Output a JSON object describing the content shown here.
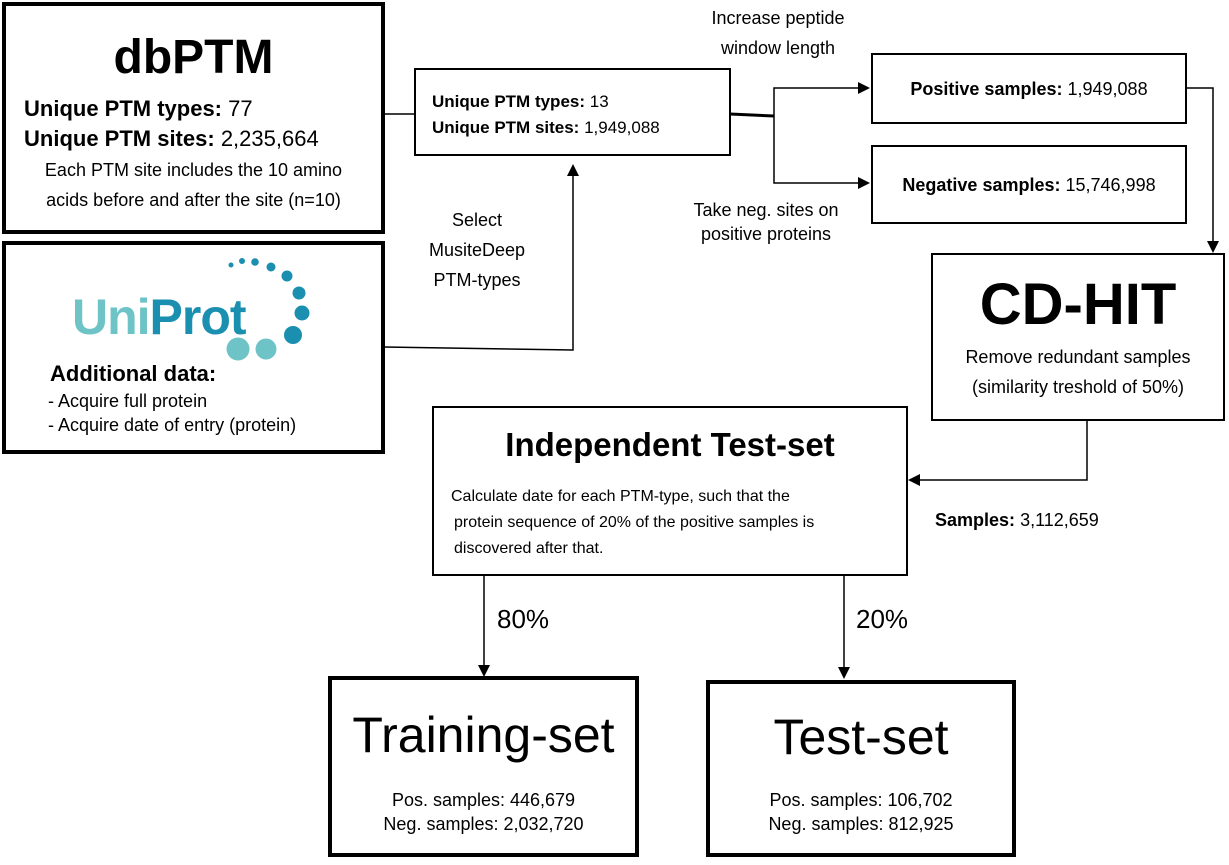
{
  "dbptm": {
    "title": "dbPTM",
    "types_label": "Unique PTM types:",
    "types_value": "77",
    "sites_label": "Unique PTM sites:",
    "sites_value": "2,235,664",
    "note_line1": "Each PTM site includes the 10 amino",
    "note_line2": "acids before and after the site (n=10)"
  },
  "uniprot": {
    "logo_text_uni": "Uni",
    "logo_text_prot": "Prot",
    "logo_colors": {
      "uni": "#6dc3c6",
      "prot": "#1a8fb0"
    },
    "additional_title": "Additional data:",
    "item1": "- Acquire full protein",
    "item2": "- Acquire date of entry (protein)"
  },
  "select_label": {
    "line1": "Select",
    "line2": "MusiteDeep",
    "line3": "PTM-types"
  },
  "filtered": {
    "types_label": "Unique PTM types:",
    "types_value": "13",
    "sites_label": "Unique PTM sites:",
    "sites_value": "1,949,088"
  },
  "increase_label": {
    "line1": "Increase peptide",
    "line2": "window length"
  },
  "negsites_label": {
    "line1": "Take neg. sites on",
    "line2": "positive proteins"
  },
  "positive": {
    "label": "Positive samples:",
    "value": "1,949,088"
  },
  "negative": {
    "label": "Negative samples:",
    "value": "15,746,998"
  },
  "cdhit": {
    "title": "CD-HIT",
    "line1": "Remove redundant samples",
    "line2": "(similarity treshold of 50%)"
  },
  "samples": {
    "label": "Samples:",
    "value": "3,112,659"
  },
  "independent": {
    "title": "Independent Test-set",
    "line1": "Calculate date for each PTM-type, such that the",
    "line2": "protein sequence of 20% of the positive samples is",
    "line3": "discovered after that."
  },
  "split": {
    "train_pct": "80%",
    "test_pct": "20%"
  },
  "training": {
    "title": "Training-set",
    "pos": "Pos. samples: 446,679",
    "neg": "Neg. samples: 2,032,720"
  },
  "testset": {
    "title": "Test-set",
    "pos": "Pos. samples: 106,702",
    "neg": "Neg. samples: 812,925"
  }
}
